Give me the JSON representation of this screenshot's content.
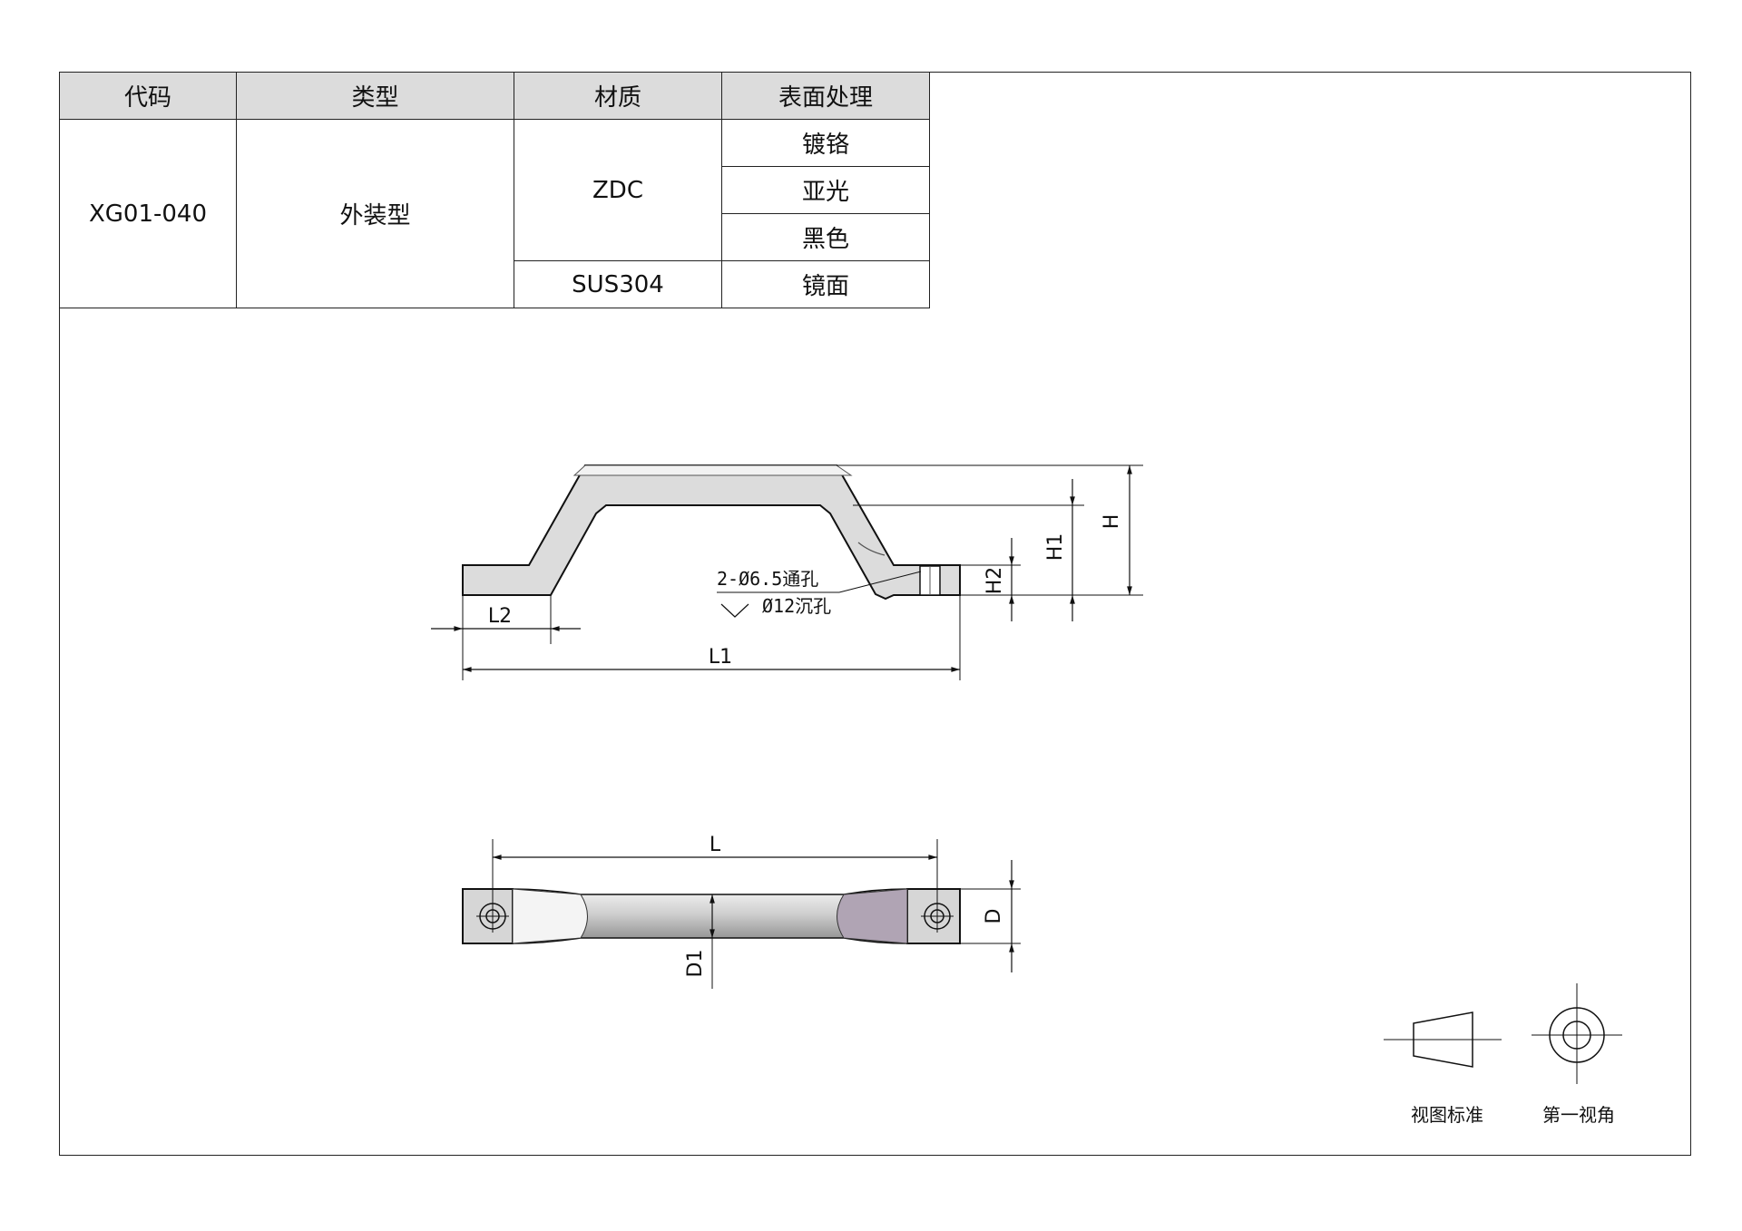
{
  "table": {
    "headers": [
      "代码",
      "类型",
      "材质",
      "表面处理"
    ],
    "code": "XG01-040",
    "type": "外装型",
    "materials": [
      "ZDC",
      "SUS304"
    ],
    "finishes": [
      "镀铬",
      "亚光",
      "黑色",
      "镜面"
    ]
  },
  "dimensions": {
    "H": "H",
    "H1": "H1",
    "H2": "H2",
    "L": "L",
    "L1": "L1",
    "L2": "L2",
    "D": "D",
    "D1": "D1"
  },
  "hole_note": {
    "line1": "2-Ø6.5通孔",
    "line2": "Ø12沉孔"
  },
  "view_standard": {
    "label1": "视图标准",
    "label2": "第一视角"
  }
}
